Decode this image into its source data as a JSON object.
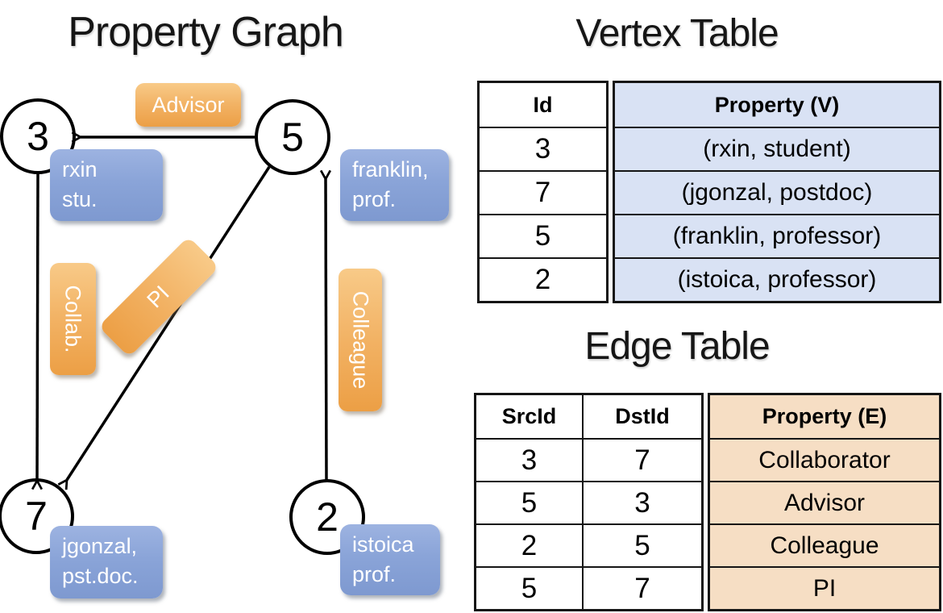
{
  "graph": {
    "title": "Property Graph",
    "nodes": [
      {
        "id": "3",
        "prop_line1": "rxin",
        "prop_line2": "stu."
      },
      {
        "id": "5",
        "prop_line1": "franklin,",
        "prop_line2": "prof."
      },
      {
        "id": "7",
        "prop_line1": "jgonzal,",
        "prop_line2": "pst.doc."
      },
      {
        "id": "2",
        "prop_line1": "istoica",
        "prop_line2": "prof."
      }
    ],
    "edge_labels": {
      "advisor": "Advisor",
      "collab": "Collab.",
      "pi": "PI",
      "colleague": "Colleague"
    }
  },
  "vertex_table": {
    "title": "Vertex Table",
    "columns": {
      "id": "Id",
      "property": "Property (V)"
    },
    "rows": [
      {
        "id": "3",
        "property": "(rxin, student)"
      },
      {
        "id": "7",
        "property": "(jgonzal, postdoc)"
      },
      {
        "id": "5",
        "property": "(franklin, professor)"
      },
      {
        "id": "2",
        "property": "(istoica, professor)"
      }
    ]
  },
  "edge_table": {
    "title": "Edge Table",
    "columns": {
      "src": "SrcId",
      "dst": "DstId",
      "property": "Property (E)"
    },
    "rows": [
      {
        "src": "3",
        "dst": "7",
        "property": "Collaborator"
      },
      {
        "src": "5",
        "dst": "3",
        "property": "Advisor"
      },
      {
        "src": "2",
        "dst": "5",
        "property": "Colleague"
      },
      {
        "src": "5",
        "dst": "7",
        "property": "PI"
      }
    ]
  },
  "colors": {
    "edge_label_orange_top": "#f8ca88",
    "edge_label_orange_bottom": "#ec9f45",
    "vertex_box_blue_top": "#9db3e1",
    "vertex_box_blue_bottom": "#7e99d0",
    "vertex_table_fill": "#d9e2f4",
    "edge_table_fill": "#f6dec4",
    "line_color": "#000000",
    "text_on_boxes": "#ffffff"
  }
}
